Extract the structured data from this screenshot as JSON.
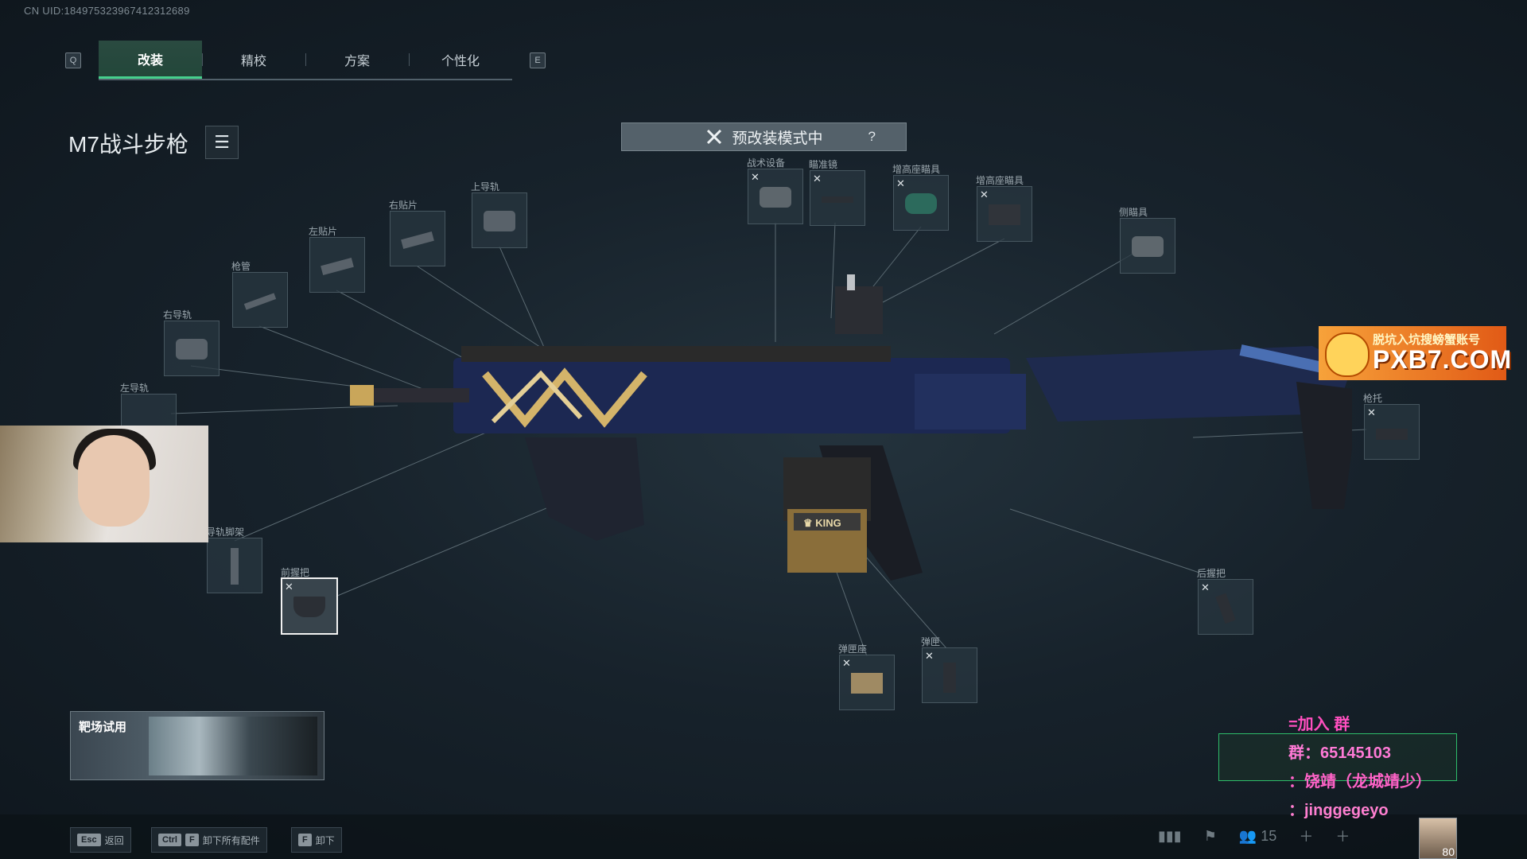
{
  "uid": "CN UID:1849753239674123126​89",
  "tabs": {
    "left_key": "Q",
    "right_key": "E",
    "items": [
      "改装",
      "精校",
      "方案",
      "个性化"
    ]
  },
  "weapon": {
    "title": "M7战斗步枪"
  },
  "mode_bar": {
    "label": "预改装模式中",
    "help": "?"
  },
  "slots": {
    "tactical": "战术设备",
    "optic": "瞄准镜",
    "raised_optic_1": "增高座瞄具",
    "raised_optic_2": "增高座瞄具",
    "side_optic": "侧瞄具",
    "top_rail": "上导轨",
    "right_patch": "右贴片",
    "left_patch": "左贴片",
    "barrel": "枪管",
    "right_rail": "右导轨",
    "left_rail": "左导轨",
    "bipod": "导轨脚架",
    "foregrip": "前握把",
    "stock": "枪托",
    "rear_grip": "后握把",
    "mag_base": "弹匣座",
    "magazine": "弹匣"
  },
  "mod_marker": "✕",
  "range": {
    "label": "靶场试用"
  },
  "hints": [
    {
      "keys": [
        "Esc"
      ],
      "label": "返回"
    },
    {
      "keys": [
        "Ctrl",
        "F"
      ],
      "label": "卸下所有配件"
    },
    {
      "keys": [
        "F"
      ],
      "label": "卸下"
    }
  ],
  "friends_count": "15",
  "player_level": "80",
  "ad": {
    "line1": "脱坑入坑搜螃蟹账号",
    "line2": "PXB7.COM"
  },
  "social": {
    "line1": "=加入 群",
    "line2": "群：65145103",
    "line3": "：饶靖（龙城靖少）",
    "line4": "：jinggegeyo"
  },
  "colors": {
    "accent_green": "#46d08e",
    "active_tab_bg": "#23473a",
    "ad_orange": "#f08a2a",
    "social_pink": "#ff4fbf"
  }
}
